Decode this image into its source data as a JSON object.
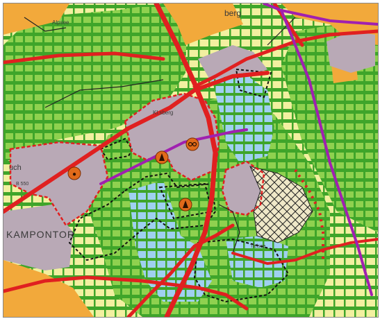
{
  "map": {
    "colors": {
      "base_yellow": "#f2f0a0",
      "green_zone": "#8fd14f",
      "green_hatch": "#3fa52a",
      "settlement": "#b9a9b6",
      "industrial_orange": "#f2a93b",
      "water_blue": "#9fd0f0",
      "road_red": "#e02020",
      "rail_purple": "#a020b0",
      "boundary_black": "#111111",
      "marker_orange": "#e06a1a"
    },
    "labels": {
      "top_center": "berg",
      "top_left": "Alpsee",
      "settlement_center": "Kl.sberg",
      "left_place": "uch",
      "road_left": "B 550",
      "bottom_left": "KAMPONTOR",
      "lake_right": "Tielsee"
    },
    "icons": {
      "marker_symbol": "construction-marker",
      "marker_count": 4
    }
  }
}
